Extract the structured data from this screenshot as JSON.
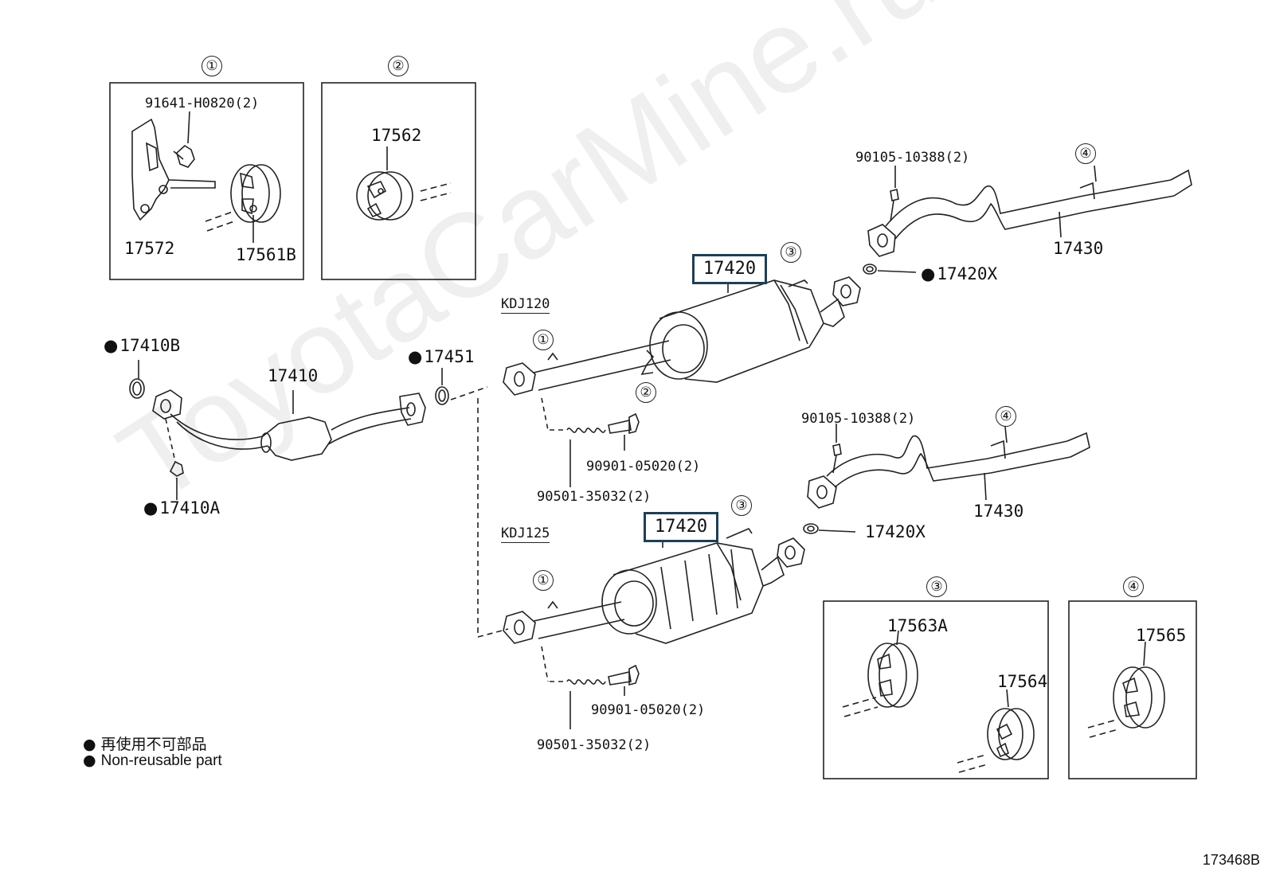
{
  "watermark": "ToyotaCarMine.ru",
  "figure_id": "173468B",
  "variants": {
    "kdj120": "KDJ120",
    "kdj125": "KDJ125"
  },
  "inset_markers": {
    "inset1": "①",
    "inset2": "②",
    "inset3": "③",
    "inset4": "④"
  },
  "callout_markers": {
    "kdj120_hanger1": "①",
    "kdj120_hanger2": "②",
    "kdj120_hanger3": "③",
    "kdj120_hanger4": "④",
    "kdj125_hanger1": "①",
    "kdj125_hanger3": "③",
    "kdj125_hanger4": "④"
  },
  "parts": {
    "p91641": "91641-H0820(2)",
    "p17572": "17572",
    "p17561B": "17561B",
    "p17562": "17562",
    "p17410B": "17410B",
    "p17410": "17410",
    "p17410A": "17410A",
    "p17451": "17451",
    "p17420_top": "17420",
    "p17420_bottom": "17420",
    "p17420X_top": "17420X",
    "p17420X_bottom": "17420X",
    "p17430_top": "17430",
    "p17430_bottom": "17430",
    "p90105_top": "90105-10388(2)",
    "p90105_bottom": "90105-10388(2)",
    "p90901_top": "90901-05020(2)",
    "p90901_bottom": "90901-05020(2)",
    "p90501_top": "90501-35032(2)",
    "p90501_bottom": "90501-35032(2)",
    "p17563A": "17563A",
    "p17564": "17564",
    "p17565": "17565"
  },
  "legend": {
    "jp": "再使用不可部品",
    "en": "Non-reusable part"
  },
  "colors": {
    "line": "#222222",
    "highlight_border": "#1f3f55",
    "watermark": "#b4b4b4"
  }
}
